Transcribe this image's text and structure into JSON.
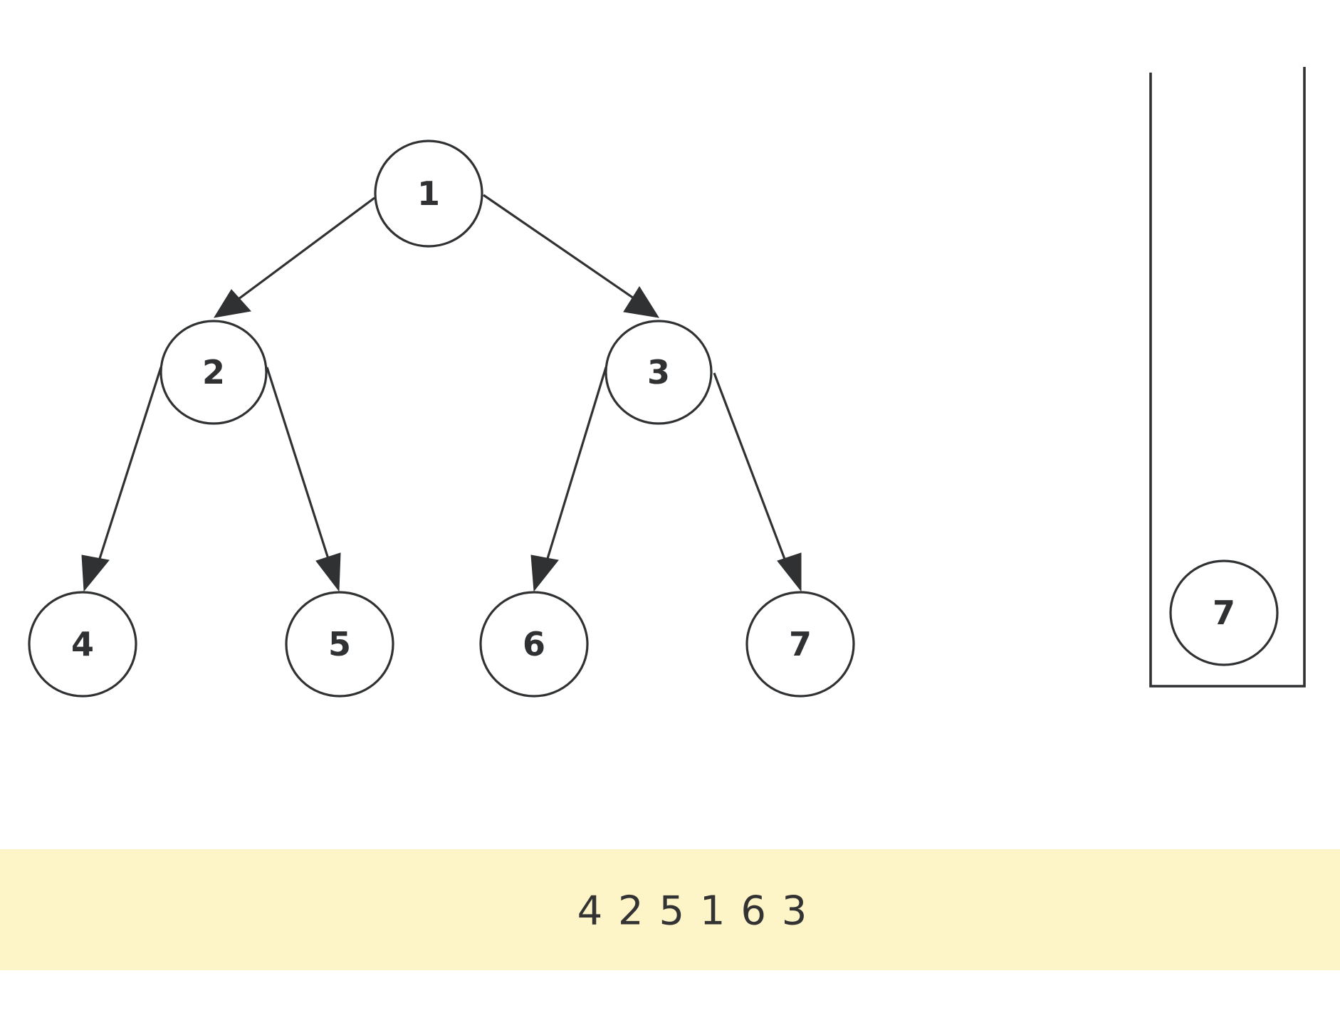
{
  "tree": {
    "nodes": [
      {
        "id": "1",
        "label": "1"
      },
      {
        "id": "2",
        "label": "2"
      },
      {
        "id": "3",
        "label": "3"
      },
      {
        "id": "4",
        "label": "4"
      },
      {
        "id": "5",
        "label": "5"
      },
      {
        "id": "6",
        "label": "6"
      },
      {
        "id": "7",
        "label": "7"
      }
    ],
    "edges": [
      {
        "from": "1",
        "to": "2"
      },
      {
        "from": "1",
        "to": "3"
      },
      {
        "from": "2",
        "to": "4"
      },
      {
        "from": "2",
        "to": "5"
      },
      {
        "from": "3",
        "to": "6"
      },
      {
        "from": "3",
        "to": "7"
      }
    ]
  },
  "stack": {
    "items": [
      {
        "label": "7"
      }
    ]
  },
  "output": {
    "sequence": "4 2 5 1 6 3"
  },
  "colors": {
    "stroke": "#2f3133",
    "output_background": "#fdf5c7",
    "output_text": "#333333"
  }
}
